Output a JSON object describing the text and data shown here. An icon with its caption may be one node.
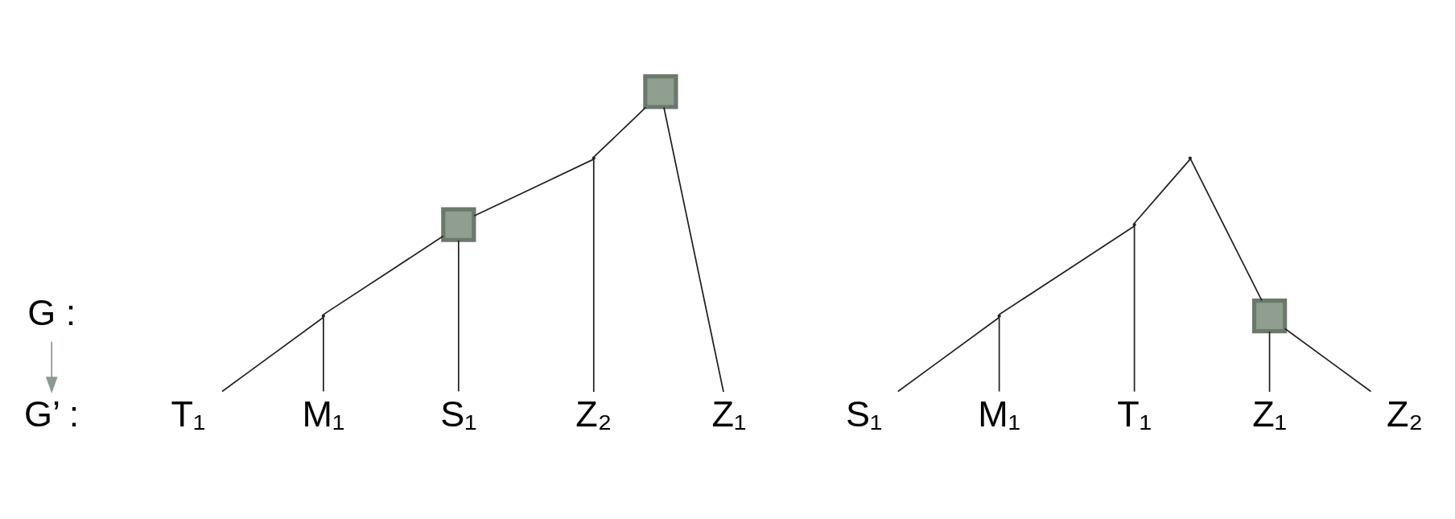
{
  "diagram": {
    "nodes": [
      {
        "text": [
          "G :"
        ]
      },
      {
        "text": [],
        "shape": "box"
      },
      {
        "text": [
          "G’ :"
        ]
      },
      {
        "text": [],
        "shape": "point"
      },
      {
        "text": [],
        "shape": "point"
      },
      {
        "text": [],
        "shape": "box"
      },
      {
        "text": [],
        "shape": "point"
      },
      {
        "text": [],
        "shape": "point"
      },
      {
        "text": [],
        "shape": "box"
      },
      {
        "text": [],
        "shape": "point"
      },
      {
        "text": [
          "Z₁"
        ]
      },
      {
        "text": [
          "Z₂"
        ]
      },
      {
        "text": [
          "S₁"
        ]
      },
      {
        "text": [
          "T₁"
        ]
      },
      {
        "text": [
          "M₁"
        ]
      },
      {
        "text": [
          "Z₁"
        ]
      },
      {
        "text": [
          "Z₂"
        ]
      },
      {
        "text": [
          "T₁"
        ]
      },
      {
        "text": [
          "S₁"
        ]
      },
      {
        "text": [
          "M₁"
        ]
      }
    ],
    "edges": [
      {
        "from": 0,
        "to": 2,
        "arrow": "to",
        "color": "#8a9a8e"
      },
      {
        "from": 1,
        "to": 10,
        "arrow": "none"
      },
      {
        "from": 1,
        "to": 4,
        "arrow": "none"
      },
      {
        "from": 4,
        "to": 11,
        "arrow": "none"
      },
      {
        "from": 4,
        "to": 5,
        "arrow": "none"
      },
      {
        "from": 5,
        "to": 12,
        "arrow": "none"
      },
      {
        "from": 5,
        "to": 7,
        "arrow": "none"
      },
      {
        "from": 7,
        "to": 13,
        "arrow": "none"
      },
      {
        "from": 7,
        "to": 14,
        "arrow": "none"
      },
      {
        "from": 3,
        "to": 8,
        "arrow": "none"
      },
      {
        "from": 3,
        "to": 6,
        "arrow": "none"
      },
      {
        "from": 8,
        "to": 15,
        "arrow": "none"
      },
      {
        "from": 8,
        "to": 16,
        "arrow": "none"
      },
      {
        "from": 6,
        "to": 17,
        "arrow": "none"
      },
      {
        "from": 6,
        "to": 9,
        "arrow": "none"
      },
      {
        "from": 9,
        "to": 18,
        "arrow": "none"
      },
      {
        "from": 9,
        "to": 19,
        "arrow": "none"
      }
    ]
  }
}
